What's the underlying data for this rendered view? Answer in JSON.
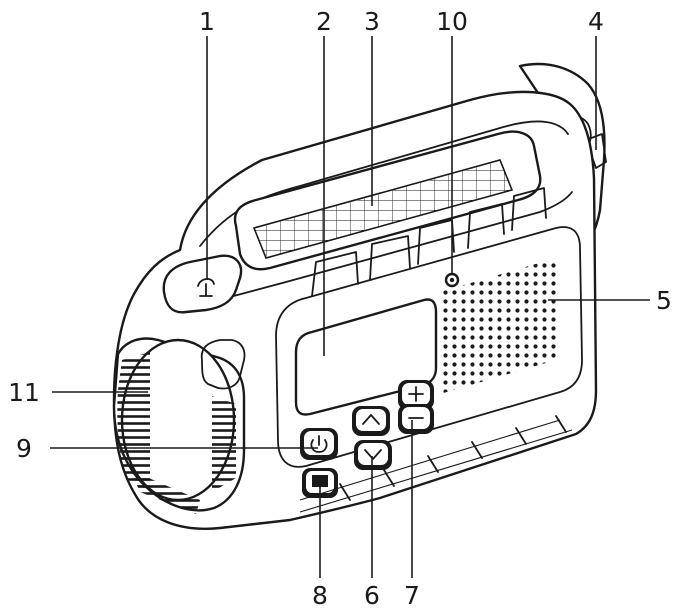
{
  "callouts": [
    {
      "id": "1",
      "text": "1"
    },
    {
      "id": "2",
      "text": "2"
    },
    {
      "id": "3",
      "text": "3"
    },
    {
      "id": "10",
      "text": "10"
    },
    {
      "id": "4",
      "text": "4"
    },
    {
      "id": "5",
      "text": "5"
    },
    {
      "id": "11",
      "text": "11"
    },
    {
      "id": "9",
      "text": "9"
    },
    {
      "id": "8",
      "text": "8"
    },
    {
      "id": "6",
      "text": "6"
    },
    {
      "id": "7",
      "text": "7"
    }
  ]
}
